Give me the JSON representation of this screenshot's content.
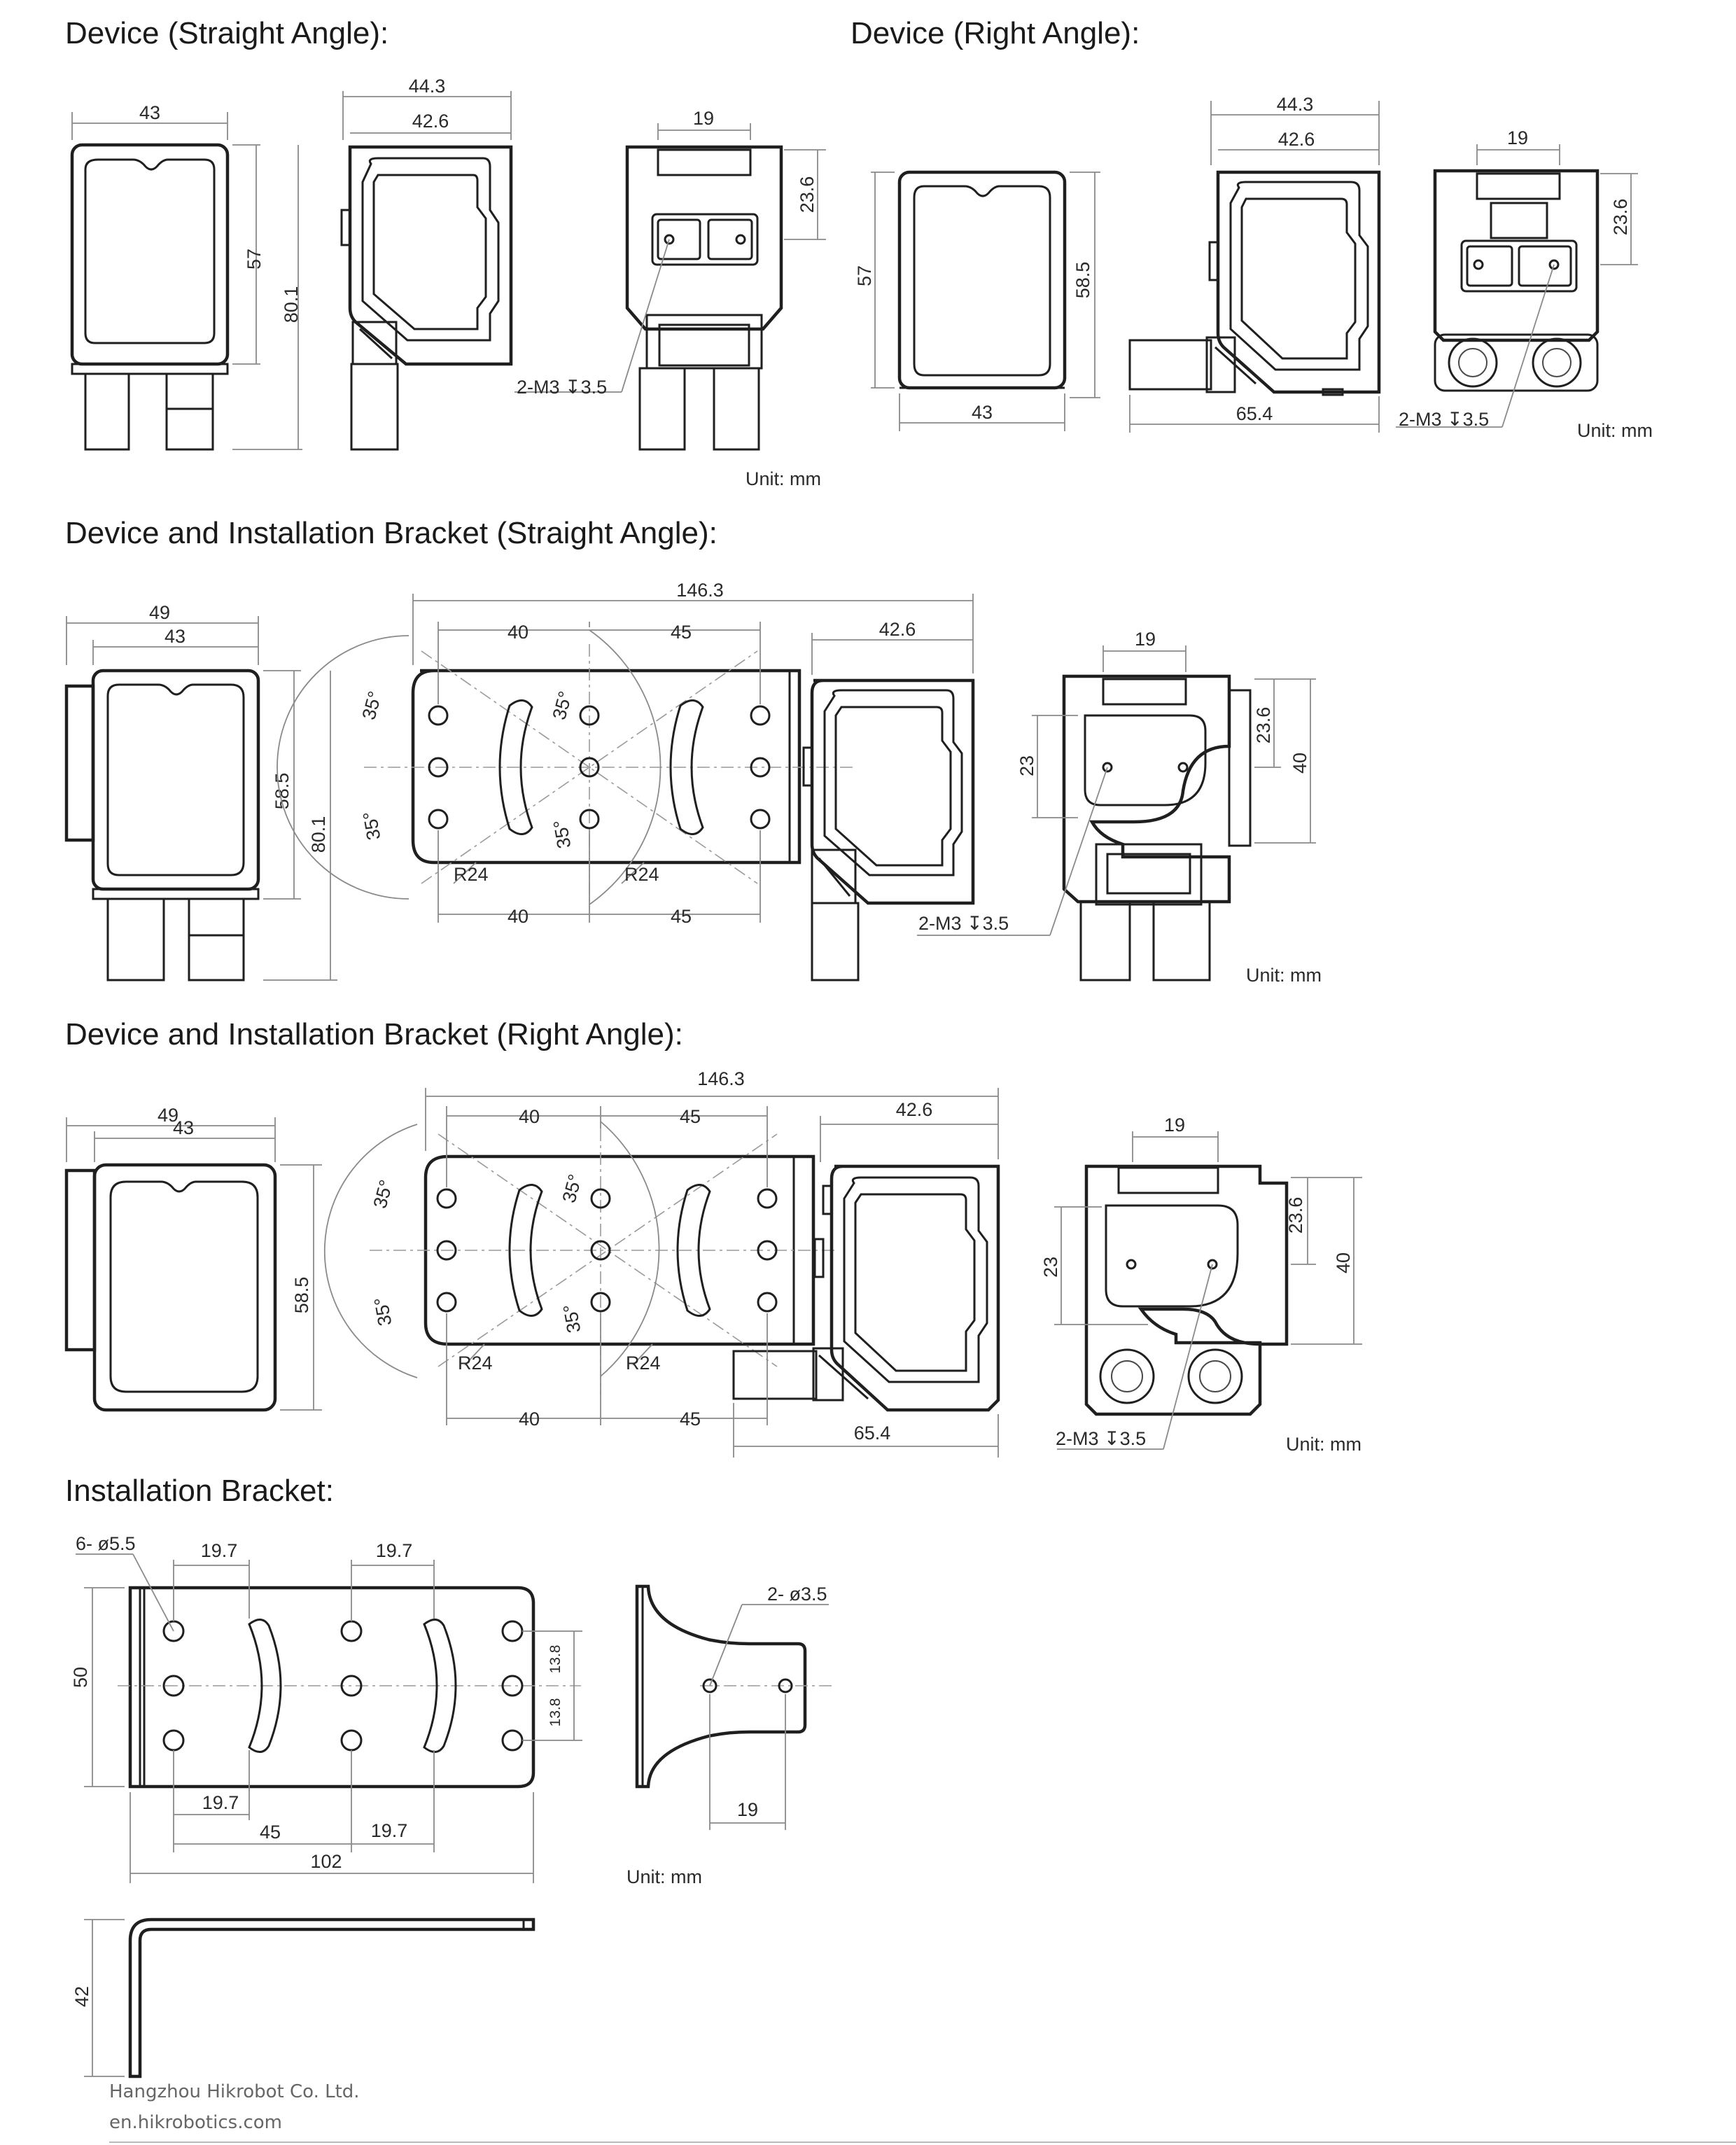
{
  "sections": {
    "device_straight": {
      "title": "Device (Straight Angle):",
      "front_w": "43",
      "front_h_inner": "57",
      "front_h": "80.1",
      "side_w": "44.3",
      "side_w_inner": "42.6",
      "back_top": "19",
      "back_h": "23.6",
      "screw": "2-M3 ↧3.5",
      "unit": "Unit: mm"
    },
    "device_right": {
      "title": "Device (Right Angle):",
      "front_h_inner": "57",
      "front_h": "58.5",
      "front_w": "43",
      "side_w": "44.3",
      "side_w_inner": "42.6",
      "side_len": "65.4",
      "back_top": "19",
      "back_h": "23.6",
      "screw": "2-M3 ↧3.5",
      "unit": "Unit: mm"
    },
    "bracket_straight": {
      "title": "Device and Installation Bracket (Straight Angle):",
      "front_w": "49",
      "front_w_inner": "43",
      "front_h_inner": "58.5",
      "front_h": "80.1",
      "total": "146.3",
      "sp1": "40",
      "sp2": "45",
      "dev_w": "42.6",
      "ang1": "35°",
      "ang2": "35°",
      "ang3": "35°",
      "ang4": "35°",
      "r1": "R24",
      "r2": "R24",
      "bsp1": "40",
      "bsp2": "45",
      "back_top": "19",
      "back_h": "23.6",
      "back_h2": "23",
      "back_total": "40",
      "screw": "2-M3 ↧3.5",
      "unit": "Unit: mm"
    },
    "bracket_right": {
      "title": "Device and Installation Bracket (Right Angle):",
      "front_w": "49",
      "front_w_inner": "43",
      "front_h": "58.5",
      "total": "146.3",
      "sp1": "40",
      "sp2": "45",
      "dev_w": "42.6",
      "ang1": "35°",
      "ang2": "35°",
      "ang3": "35°",
      "ang4": "35°",
      "r1": "R24",
      "r2": "R24",
      "bsp1": "40",
      "bsp2": "45",
      "dev_len": "65.4",
      "back_top": "19",
      "back_h": "23.6",
      "back_h2": "23",
      "back_total": "40",
      "screw": "2-M3 ↧3.5",
      "unit": "Unit: mm"
    },
    "installation_bracket": {
      "title": "Installation Bracket:",
      "holes": "6- ø5.5",
      "top1": "19.7",
      "top2": "19.7",
      "height": "50",
      "pitch1": "13.8",
      "pitch2": "13.8",
      "bot1": "19.7",
      "bot2": "45",
      "bot3": "19.7",
      "total": "102",
      "side_holes": "2- ø3.5",
      "side_sp": "19",
      "unit": "Unit: mm",
      "profile_h": "42"
    }
  },
  "footer": {
    "company": "Hangzhou Hikrobot Co. Ltd.",
    "website": "en.hikrobotics.com"
  }
}
